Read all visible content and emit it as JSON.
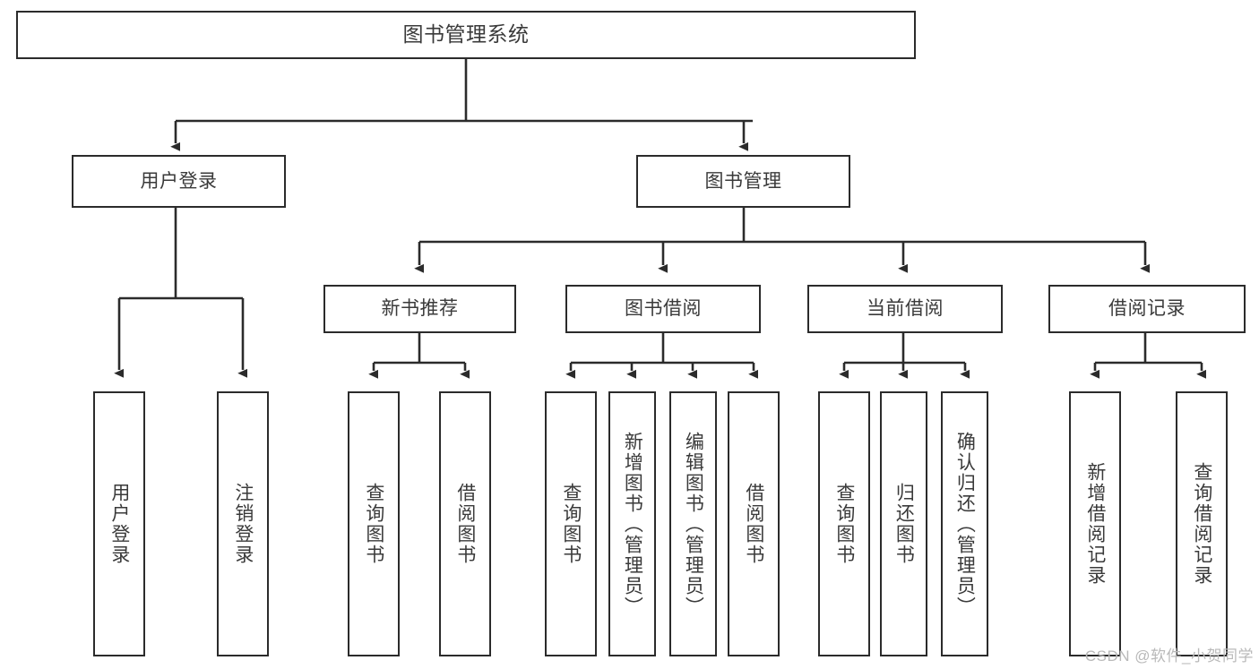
{
  "diagram": {
    "title": "图书管理系统",
    "type": "tree-hierarchy",
    "watermark": "CSDN @软件_小贺同学",
    "root": {
      "label": "图书管理系统"
    },
    "level2": [
      {
        "label": "用户登录"
      },
      {
        "label": "图书管理"
      }
    ],
    "level3": [
      {
        "label": "新书推荐"
      },
      {
        "label": "图书借阅"
      },
      {
        "label": "当前借阅"
      },
      {
        "label": "借阅记录"
      }
    ],
    "leaves": [
      {
        "label": "用户登录"
      },
      {
        "label": "注销登录"
      },
      {
        "label": "查询图书"
      },
      {
        "label": "借阅图书"
      },
      {
        "label": "查询图书"
      },
      {
        "label": "新增图书（管理员）"
      },
      {
        "label": "编辑图书（管理员）"
      },
      {
        "label": "借阅图书"
      },
      {
        "label": "查询图书"
      },
      {
        "label": "归还图书"
      },
      {
        "label": "确认归还（管理员）"
      },
      {
        "label": "新增借阅记录"
      },
      {
        "label": "查询借阅记录"
      }
    ],
    "colors": {
      "stroke": "#2b2b2b",
      "text": "#3a3a3a",
      "background": "#ffffff",
      "watermark": "#b9b9b9"
    }
  }
}
